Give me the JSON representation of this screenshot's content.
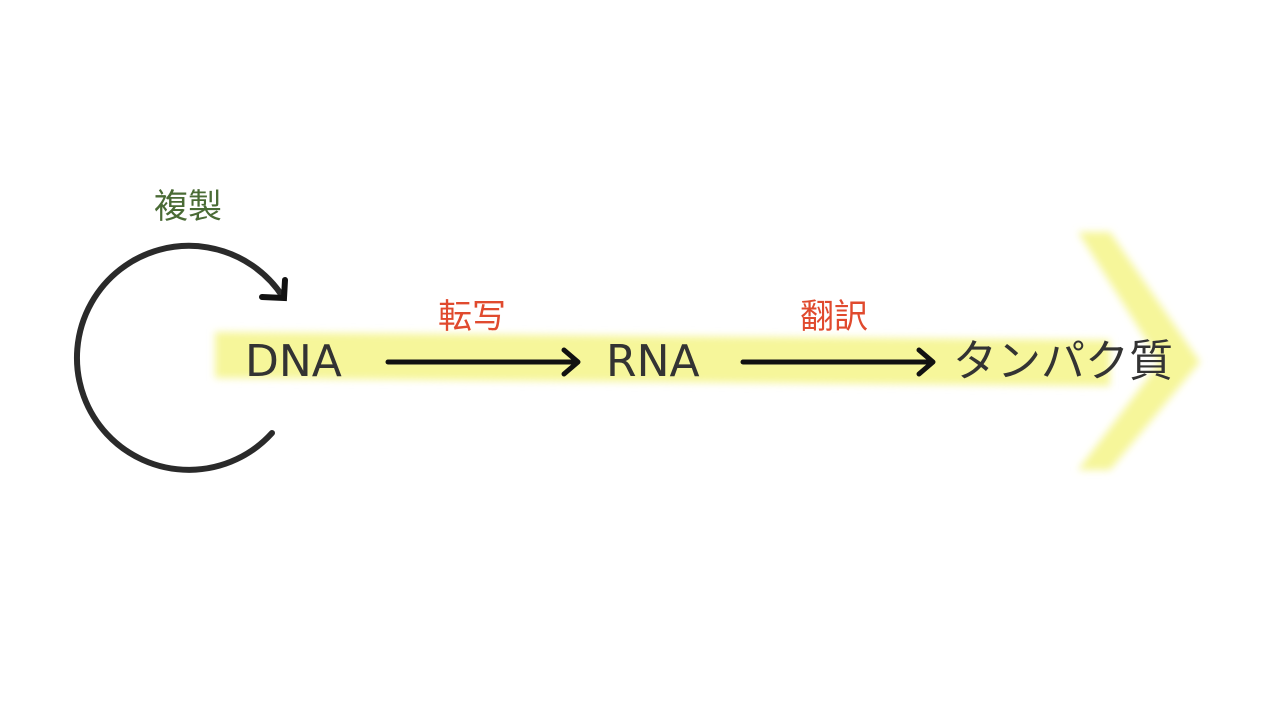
{
  "nodes": {
    "dna": "DNA",
    "rna": "RNA",
    "protein": "タンパク質"
  },
  "processes": {
    "replication": "複製",
    "transcription": "転写",
    "translation": "翻訳"
  },
  "colors": {
    "replication": "#4a6b35",
    "transcription": "#e04a2e",
    "translation": "#e04a2e",
    "highlight": "#f6f69a",
    "stroke": "#222222",
    "text": "#333333"
  }
}
